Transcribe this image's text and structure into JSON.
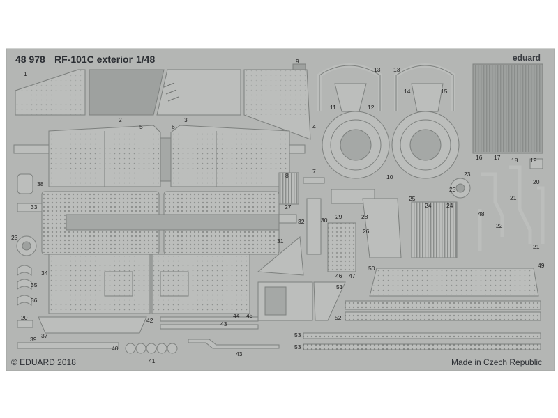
{
  "header": {
    "set_number": "48 978",
    "title": "RF-101C exterior",
    "scale": "1/48"
  },
  "brand": "eduard",
  "footer": {
    "copyright": "© EDUARD 2018",
    "origin": "Made in Czech Republic"
  },
  "colors": {
    "fret": "#b4b6b4",
    "background": "#ffffff",
    "part_outline": "#7d807e",
    "text": "#2b2e33"
  },
  "part_numbers": [
    "1",
    "2",
    "3",
    "4",
    "5",
    "6",
    "7",
    "8",
    "9",
    "10",
    "11",
    "12",
    "13",
    "13",
    "14",
    "15",
    "16",
    "17",
    "18",
    "19",
    "20",
    "20",
    "21",
    "21",
    "22",
    "23",
    "23",
    "23",
    "24",
    "24",
    "25",
    "26",
    "27",
    "28",
    "29",
    "30",
    "31",
    "32",
    "33",
    "34",
    "35",
    "36",
    "37",
    "38",
    "39",
    "40",
    "41",
    "42",
    "43",
    "43",
    "44",
    "45",
    "46",
    "47",
    "48",
    "49",
    "50",
    "51",
    "52",
    "53",
    "53"
  ]
}
